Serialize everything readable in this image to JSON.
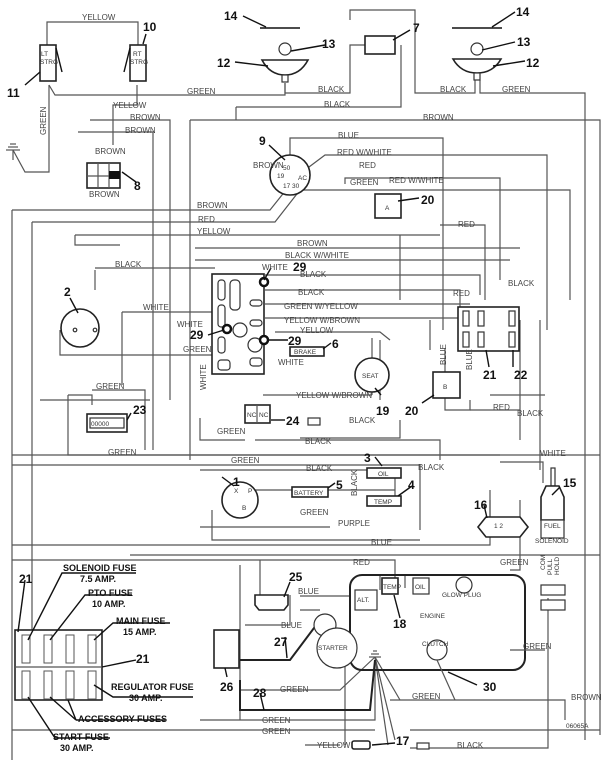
{
  "diagram": {
    "drawing_id": "06065A",
    "components": {
      "lt_strg": "LT\nSTRG",
      "rt_strg": "RT\nSTRG",
      "seat": "SEAT",
      "brake": "BRAKE",
      "battery": "BATTERY",
      "oil": "OIL",
      "temp": "TEMP",
      "fuel_solenoid": "FUEL\nSOLENOID",
      "engine": "ENGINE",
      "glow_plug": "GLOW PLUG",
      "clutch": "CLUTCH",
      "starter": "STARTER",
      "alt": "ALT.",
      "engine_temp": "TEMP",
      "engine_oil": "OIL",
      "relay_a": "A",
      "relay_b": "B",
      "fuel_sol_com": "COM",
      "fuel_sol_pull": "PULL",
      "fuel_sol_hold": "HOLD",
      "nc1": "NC",
      "nc2": "NC"
    },
    "callouts": [
      "1",
      "2",
      "3",
      "4",
      "5",
      "6",
      "7",
      "8",
      "9",
      "10",
      "11",
      "12",
      "13",
      "14",
      "15",
      "16",
      "17",
      "18",
      "19",
      "20",
      "21",
      "22",
      "23",
      "24",
      "25",
      "26",
      "27",
      "28",
      "29",
      "30"
    ],
    "wire_labels": {
      "yellow_top": "YELLOW",
      "green_top": "GREEN",
      "green_left": "GREEN",
      "yellow_mid": "YELLOW",
      "brown1": "BROWN",
      "brown2": "BROWN",
      "brown3": "BROWN",
      "brown4": "BROWN",
      "black1": "BLACK",
      "black2": "BLACK",
      "black3": "BLACK",
      "green3": "GREEN",
      "brown_long": "BROWN",
      "blue1": "BLUE",
      "redwhite1": "RED W/WHITE",
      "red1": "RED",
      "green4": "GREEN",
      "redwhite2": "RED W/WHITE",
      "brown_ign": "BROWN",
      "brown5": "BROWN",
      "red2": "RED",
      "yellow2": "YELLOW",
      "red3": "RED",
      "brown6": "BROWN",
      "blackwhite": "BLACK W/WHITE",
      "black4": "BLACK",
      "white1": "WHITE",
      "black5": "BLACK",
      "black6": "BLACK",
      "greenyellow": "GREEN W/YELLOW",
      "yellowbrown1": "YELLOW W/BROWN",
      "yellow3": "YELLOW",
      "white2": "WHITE",
      "white3": "WHITE",
      "green5": "GREEN",
      "red4": "RED",
      "black7": "BLACK",
      "blue2": "BLUE",
      "blue3": "BLUE",
      "white4": "WHITE",
      "yellowbrown2": "YELLOW W/BROWN",
      "green6": "GREEN",
      "green7": "GREEN",
      "black8": "BLACK",
      "black9": "BLACK",
      "red5": "RED",
      "black10": "BLACK",
      "black11": "BLACK",
      "white5": "WHITE",
      "green8": "GREEN",
      "black12": "BLACK",
      "black13": "BLACK",
      "green9": "GREEN",
      "green10": "GREEN",
      "purple": "PURPLE",
      "blue4": "BLUE",
      "green11": "GREEN",
      "red6": "RED",
      "blue5": "BLUE",
      "blue6": "BLUE",
      "green12": "GREEN",
      "green13": "GREEN",
      "green14": "GREEN",
      "green15": "GREEN",
      "green16": "GREEN",
      "brown7": "BROWN",
      "yellow4": "YELLOW",
      "black14": "BLACK",
      "white6": "WHITE"
    },
    "fuse_legend": {
      "solenoid_fuse": "SOLENOID FUSE",
      "solenoid_amp": "7.5 AMP.",
      "pto_fuse": "PTO FUSE",
      "pto_amp": "10 AMP.",
      "main_fuse": "MAIN FUSE",
      "main_amp": "15 AMP.",
      "regulator_fuse": "REGULATOR FUSE",
      "regulator_amp": "30 AMP.",
      "accessory_fuses": "ACCESSORY FUSES",
      "start_fuse": "START FUSE",
      "start_amp": "30 AMP."
    }
  }
}
